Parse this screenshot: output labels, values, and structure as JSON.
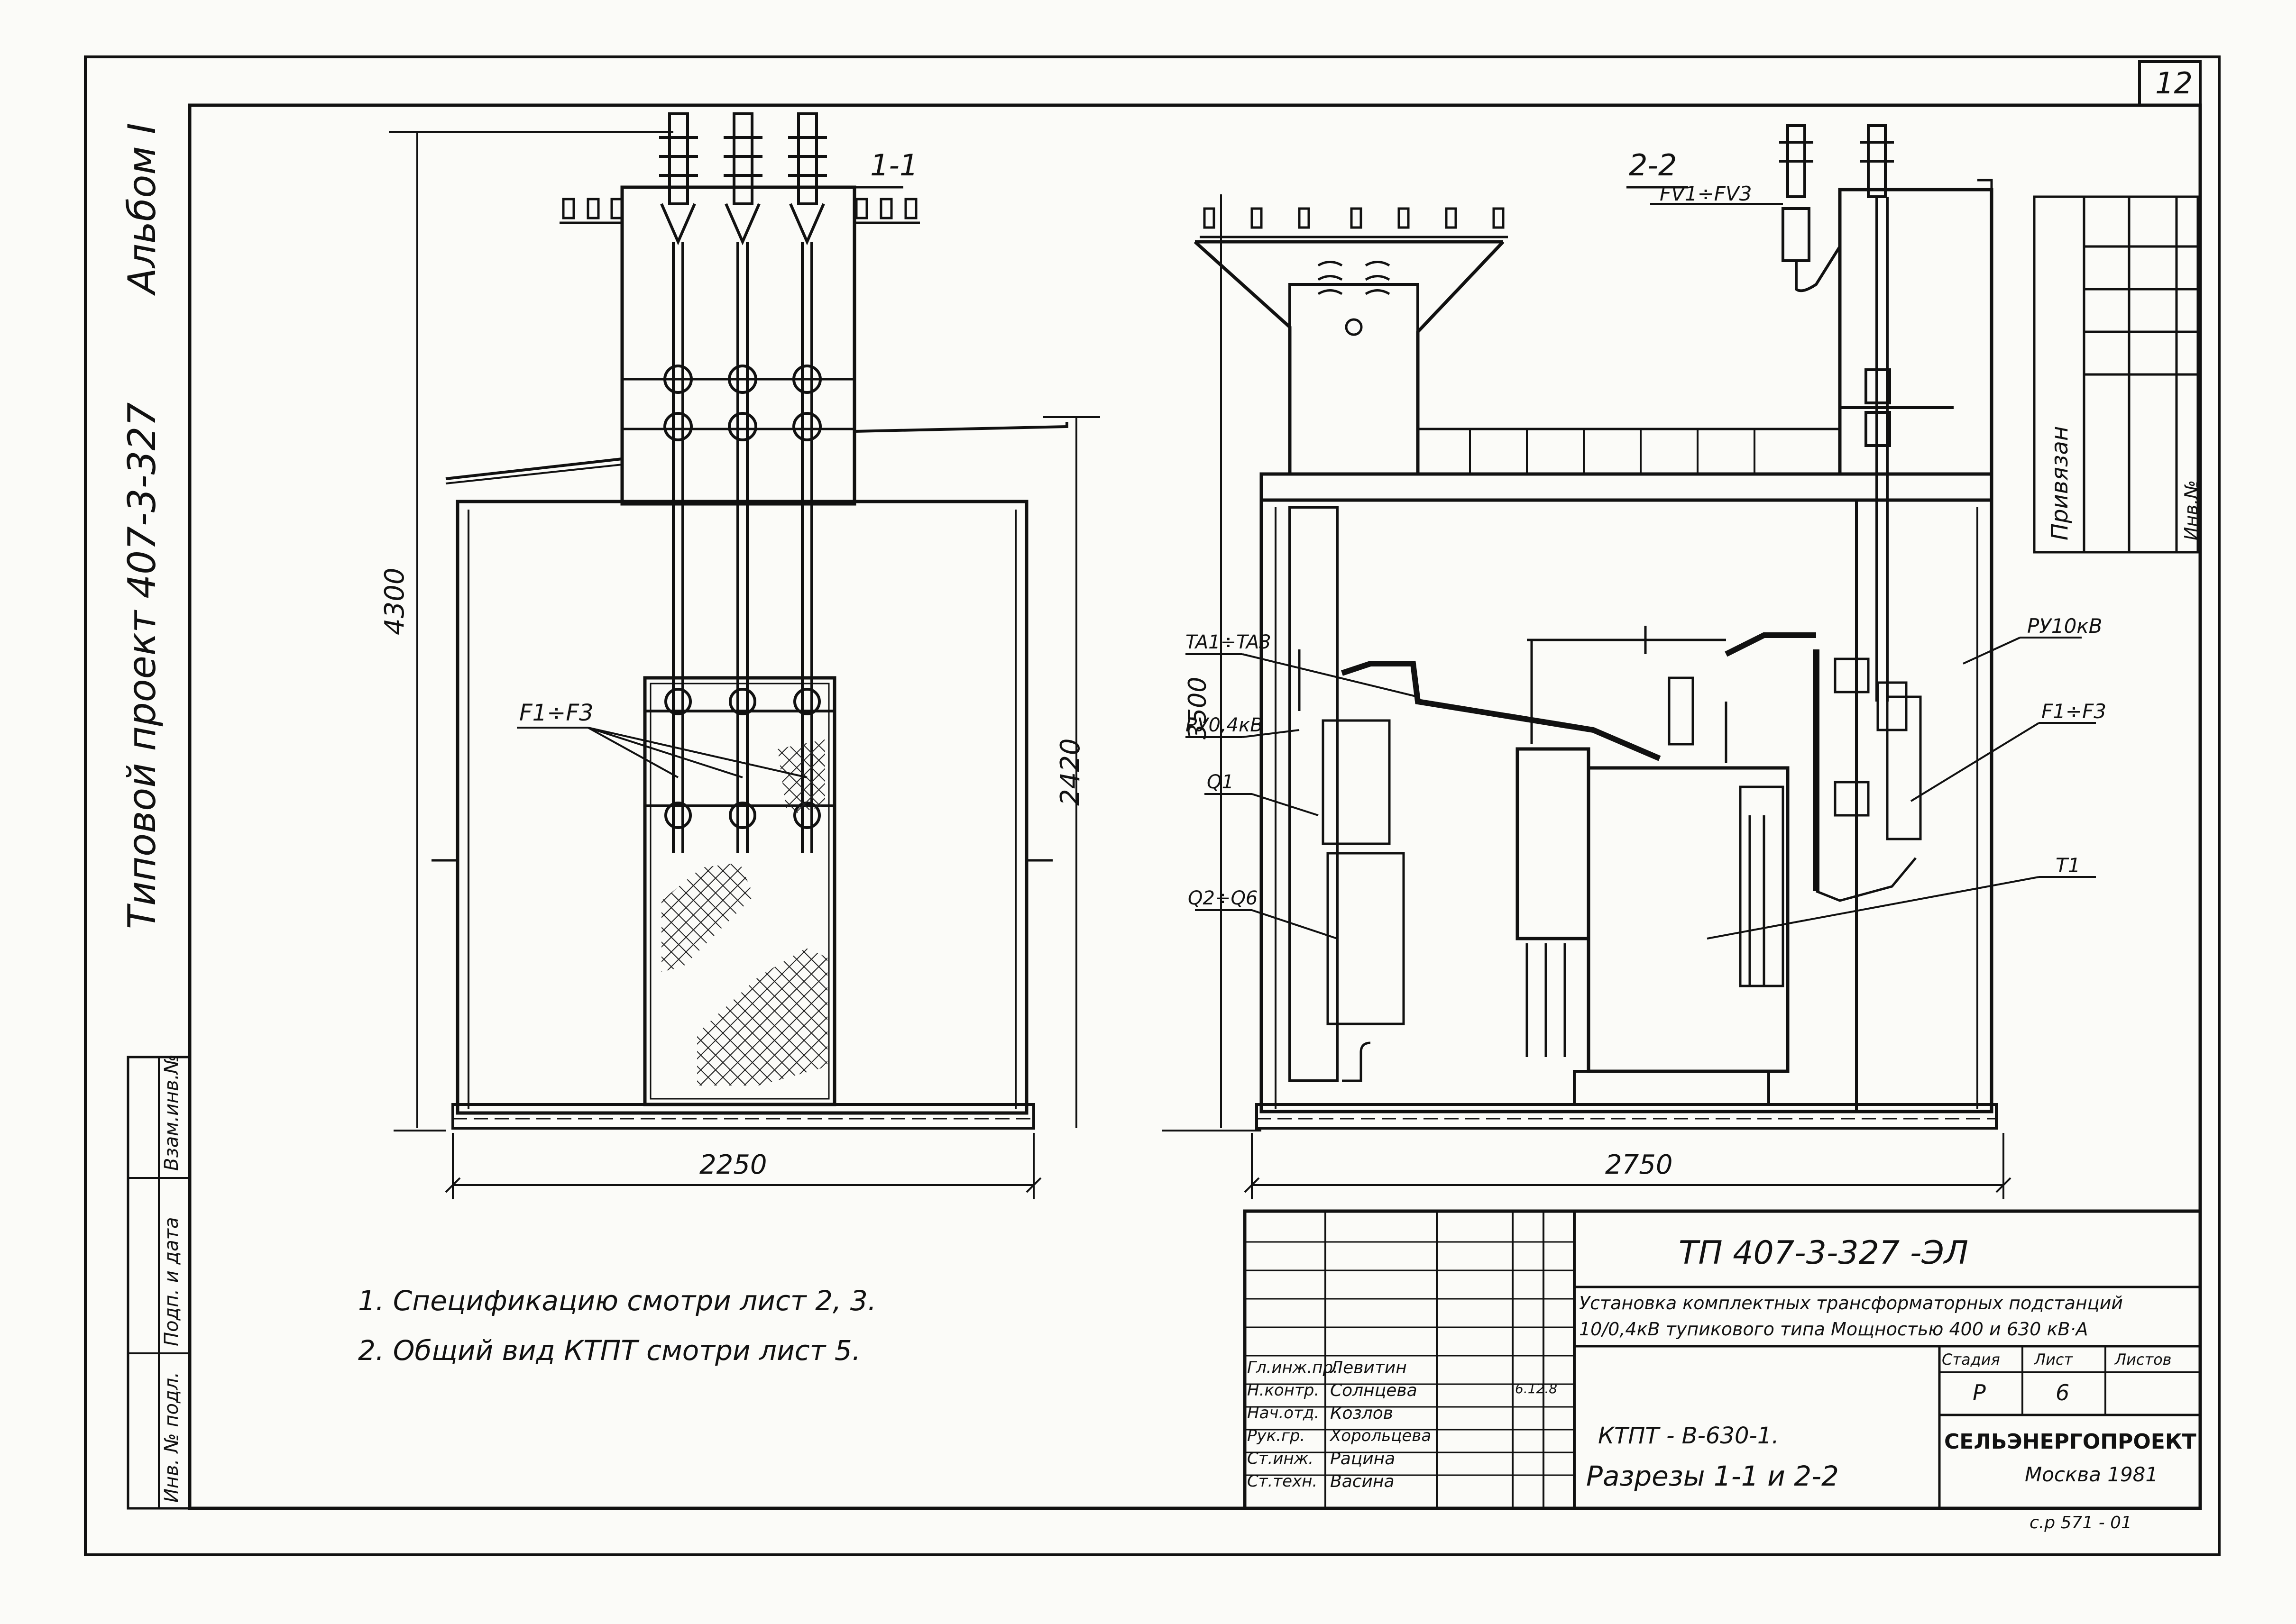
{
  "sheet_number": "12",
  "left_margin": {
    "album": "Альбом I",
    "project": "Типовой проект  407-3-327",
    "stamp_fields": [
      "Взам.инв.№",
      "Подп. и дата",
      "Инв. № подл."
    ]
  },
  "section_1": {
    "title": "1-1",
    "dim_height_total": "4300",
    "dim_height_body": "2420",
    "dim_width": "2250",
    "label_fuses": "F1÷F3"
  },
  "section_2": {
    "title": "2-2",
    "dim_height": "3500",
    "dim_width": "2750",
    "labels": {
      "fv": "FV1÷FV3",
      "ta": "TA1÷TA3",
      "ru04": "РУ0,4кВ",
      "q1": "Q1",
      "q2q6": "Q2÷Q6",
      "ru10": "РУ10кВ",
      "f1f3": "F1÷F3",
      "t1": "T1"
    }
  },
  "binding_stamp": {
    "label": "Привязан",
    "inv": "Инв.№"
  },
  "notes": [
    "1. Спецификацию   смотри   лист 2, 3.",
    "2. Общий вид  КТПТ  смотри  лист 5."
  ],
  "title_block": {
    "doc_code": "ТП 407-3-327  -ЭЛ",
    "description_line1": "Установка комплектных трансформаторных подстанций",
    "description_line2": "10/0,4кВ тупикового типа Мощностью 400 и 630 кВ·А",
    "col_stage": "Стадия",
    "col_sheet": "Лист",
    "col_sheets": "Листов",
    "stage_value": "Р",
    "sheet_value": "6",
    "object": "КТПТ - В-630-1.",
    "sheet_title": "Разрезы 1-1 и 2-2",
    "org": "СЕЛЬЭНЕРГОПРОЕКТ",
    "city_year": "Москва 1981",
    "staff": [
      {
        "role": "Гл.инж.пр.",
        "name": "Левитин"
      },
      {
        "role": "Н.контр.",
        "name": "Солнцева"
      },
      {
        "role": "Нач.отд.",
        "name": "Козлов"
      },
      {
        "role": "Рук.гр.",
        "name": "Хорольцева"
      },
      {
        "role": "Ст.инж.",
        "name": "Рацина"
      },
      {
        "role": "Ст.техн.",
        "name": "Васина"
      }
    ],
    "date_mark": "6.12.8"
  },
  "footer_code": "с.р 571 - 01"
}
